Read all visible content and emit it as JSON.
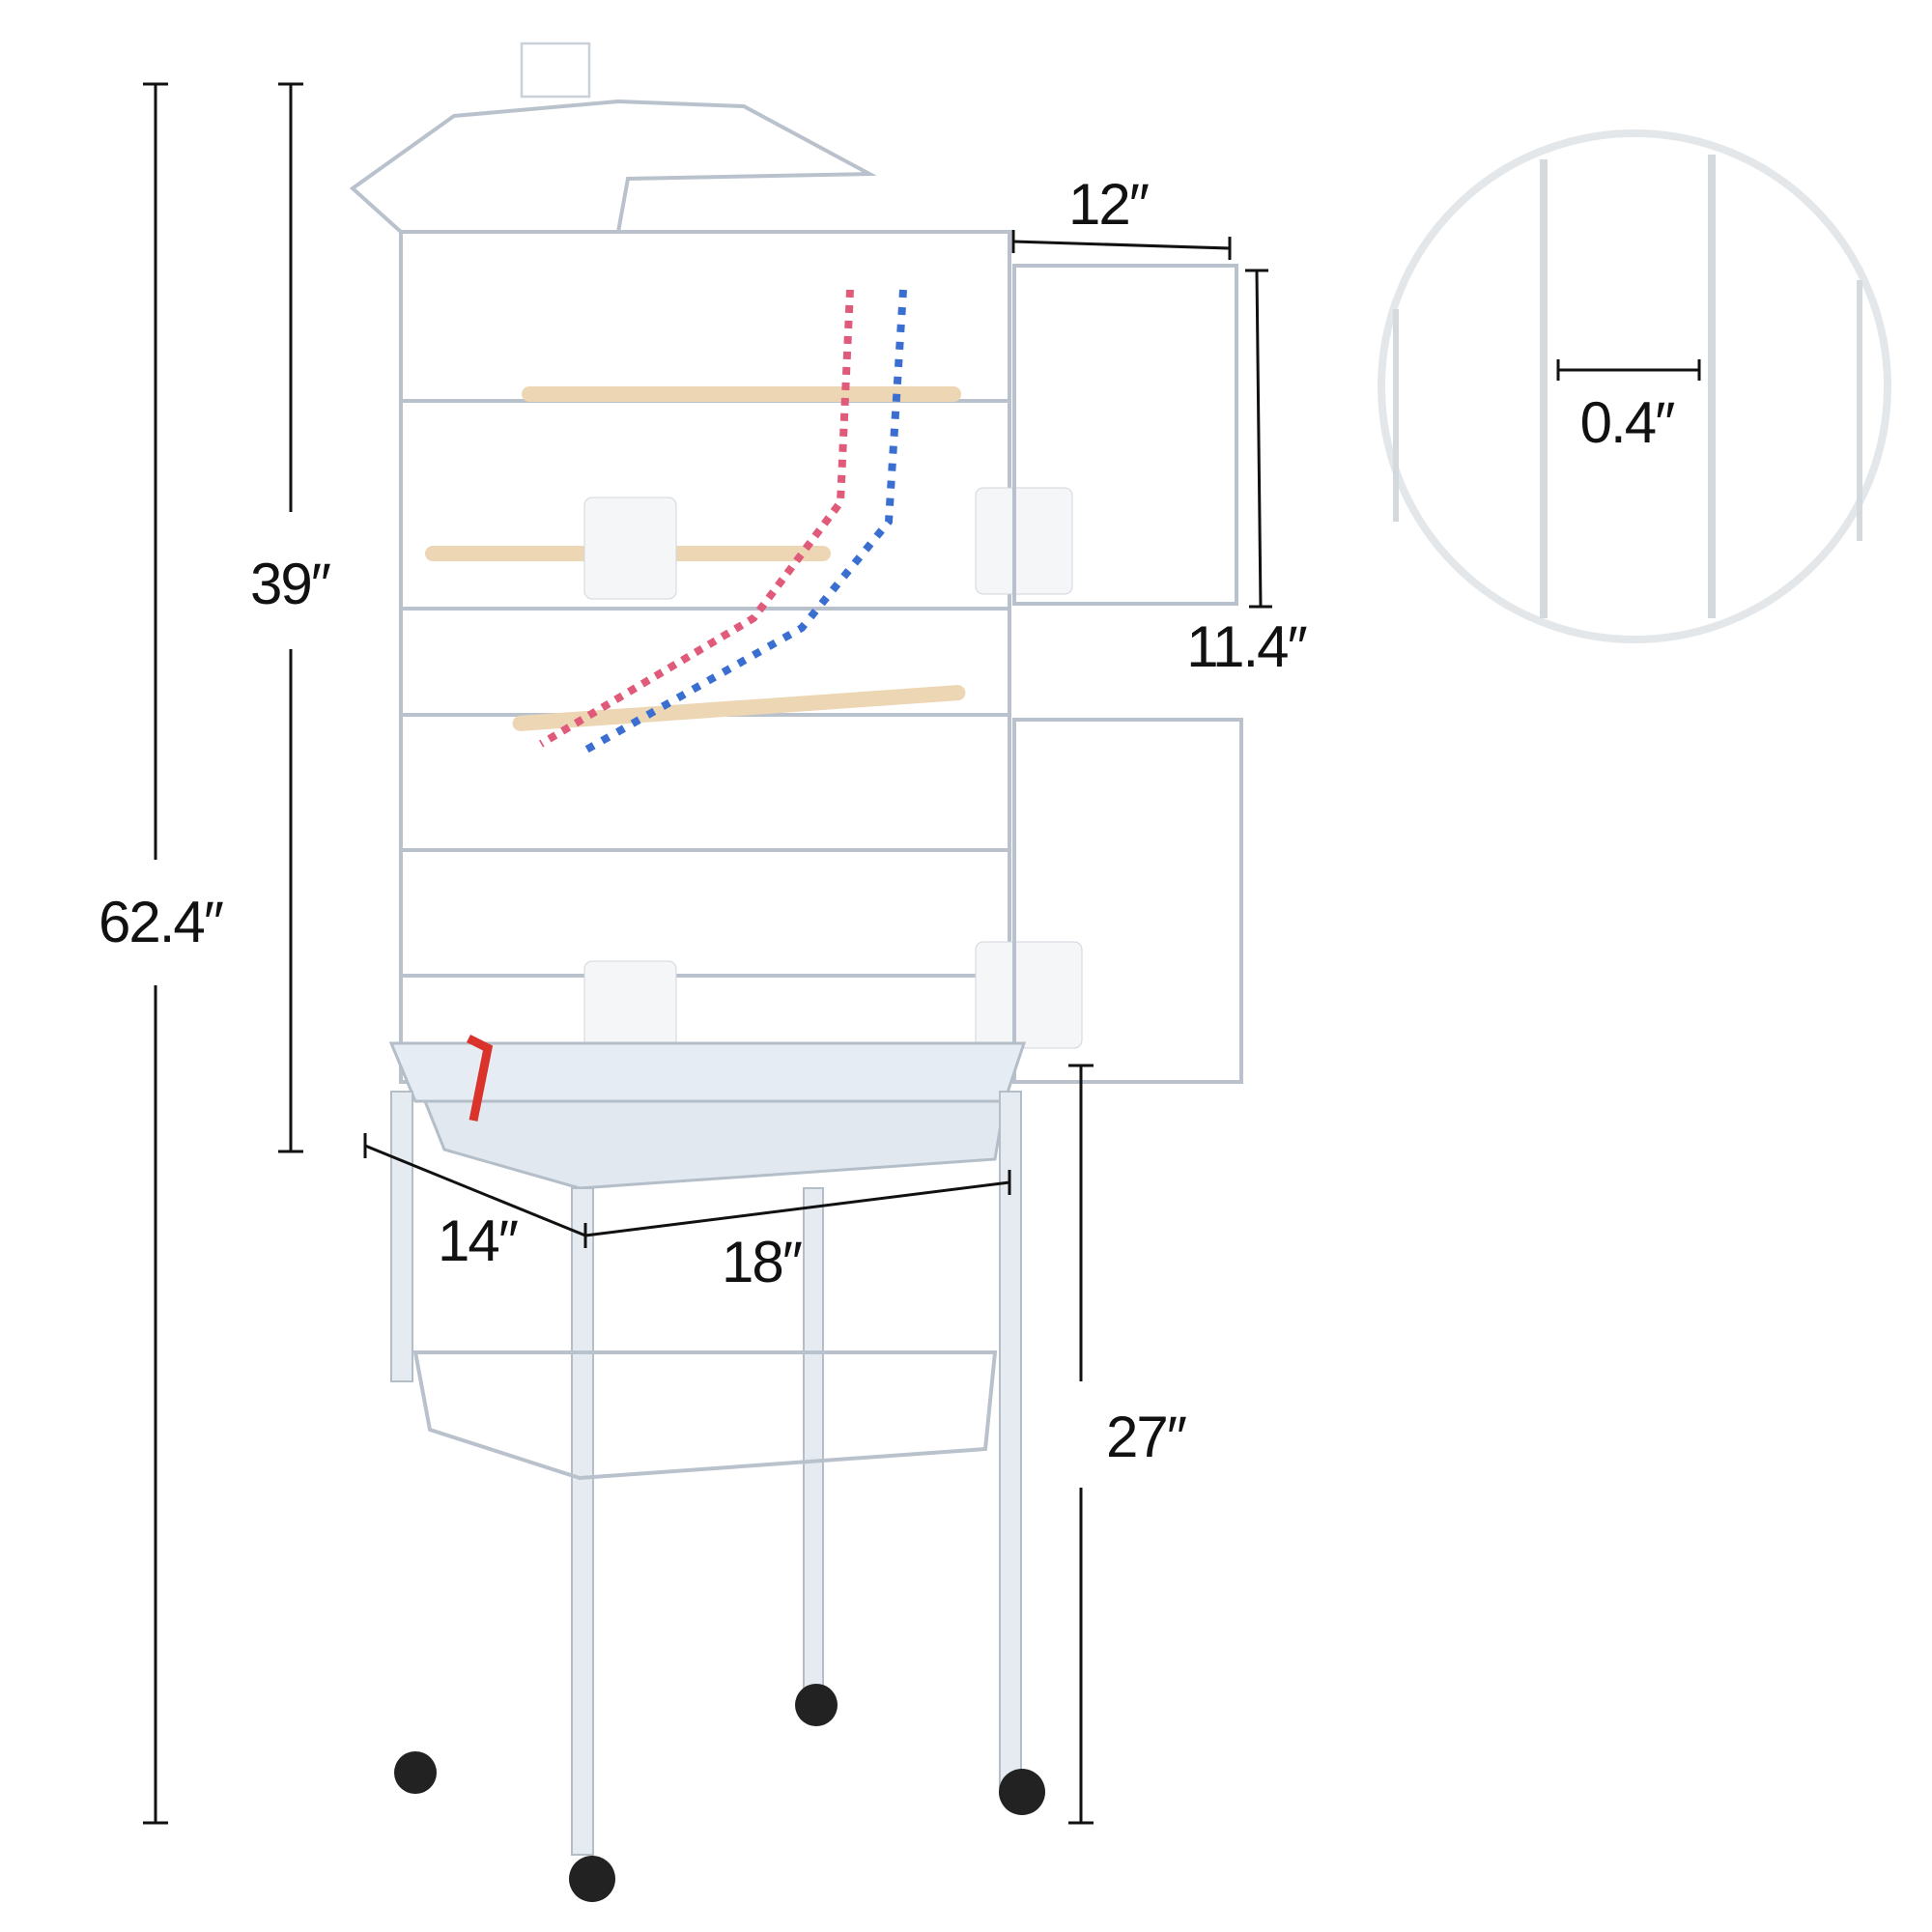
{
  "dimensions": {
    "total_height": "62.4″",
    "cage_height": "39″",
    "door_width": "12″",
    "door_height": "11.4″",
    "bar_spacing": "0.4″",
    "depth": "14″",
    "width": "18″",
    "stand_height": "27″"
  },
  "colors": {
    "cage": "#c9d0d8",
    "tray": "#e6ecf3",
    "accent_clip": "#d9332b",
    "text": "#111111"
  }
}
